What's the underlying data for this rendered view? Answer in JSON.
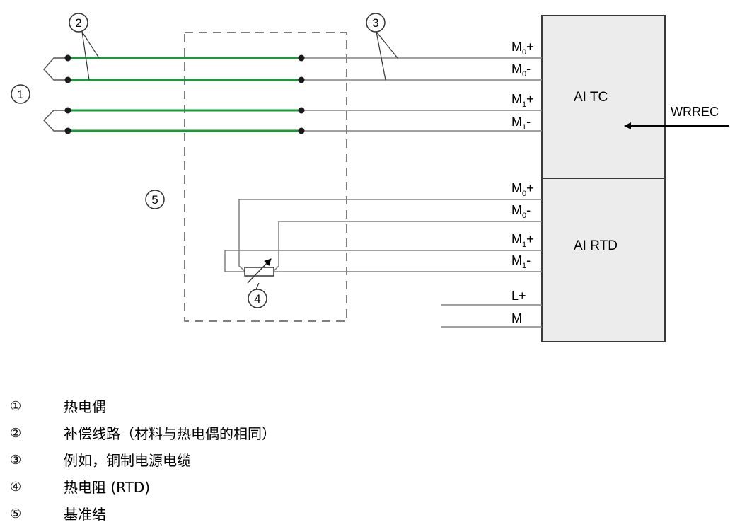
{
  "callouts": {
    "thermocouple": "①",
    "compensating_line": "②",
    "copper_cable": "③",
    "rtd": "④",
    "reference_junction": "⑤"
  },
  "tc_module": {
    "title": "AI TC",
    "terminals": [
      {
        "main": "M",
        "sub": "0",
        "sign": "+"
      },
      {
        "main": "M",
        "sub": "0",
        "sign": "-"
      },
      {
        "main": "M",
        "sub": "1",
        "sign": "+"
      },
      {
        "main": "M",
        "sub": "1",
        "sign": "-"
      }
    ]
  },
  "rtd_module": {
    "title": "AI RTD",
    "terminals": [
      {
        "main": "M",
        "sub": "0",
        "sign": "+"
      },
      {
        "main": "M",
        "sub": "0",
        "sign": "-"
      },
      {
        "main": "M",
        "sub": "1",
        "sign": "+"
      },
      {
        "main": "M",
        "sub": "1",
        "sign": "-"
      }
    ],
    "supply": [
      "L+",
      "M"
    ]
  },
  "wrrec_label": "WRREC",
  "colors": {
    "compensating_wire": "#1a9a3a",
    "copper_wire": "#808080",
    "module_fill": "#ececec",
    "module_border": "#3a3a3a"
  },
  "legend": [
    {
      "num": "①",
      "text": "热电偶"
    },
    {
      "num": "②",
      "text": "补偿线路（材料与热电偶的相同）"
    },
    {
      "num": "③",
      "text": "例如，铜制电源电缆"
    },
    {
      "num": "④",
      "text": "热电阻 (RTD)"
    },
    {
      "num": "⑤",
      "text": "基准结"
    }
  ]
}
